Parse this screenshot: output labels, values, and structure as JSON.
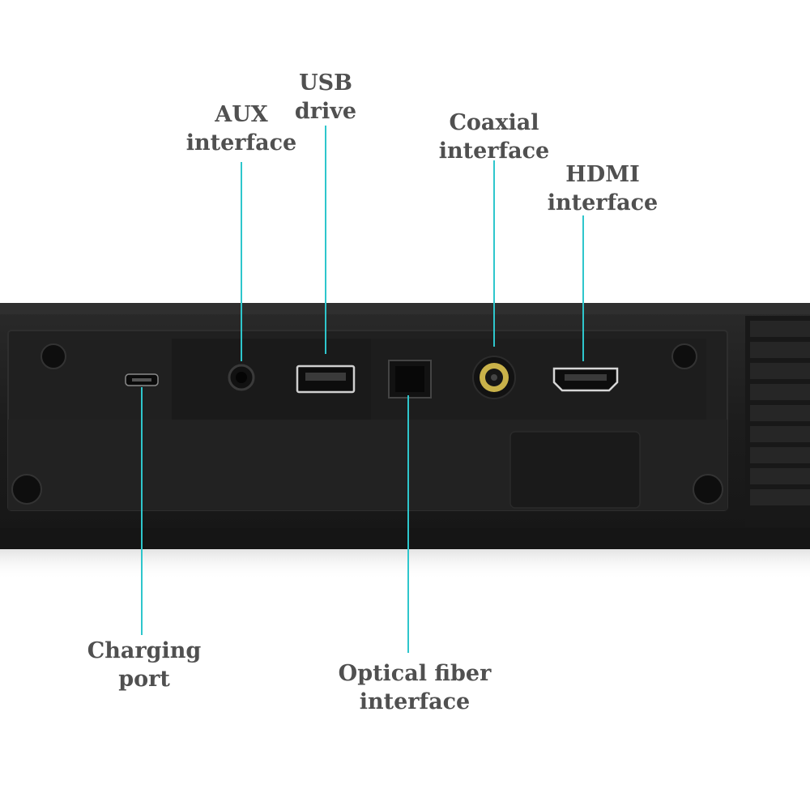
{
  "labels": {
    "aux": {
      "line1": "AUX",
      "line2": "interface"
    },
    "usb": {
      "line1": "USB",
      "line2": "drive"
    },
    "coaxial": {
      "line1": "Coaxial",
      "line2": "interface"
    },
    "hdmi": {
      "line1": "HDMI",
      "line2": "interface"
    },
    "charging": {
      "line1": "Charging",
      "line2": "port"
    },
    "optical": {
      "line1": "Optical fiber",
      "line2": "interface"
    }
  },
  "colors": {
    "callout": "#2ec6cc",
    "label_text": "#505050",
    "soundbar_body": "#1c1c1c",
    "coaxial_ring": "#c9b24a"
  }
}
